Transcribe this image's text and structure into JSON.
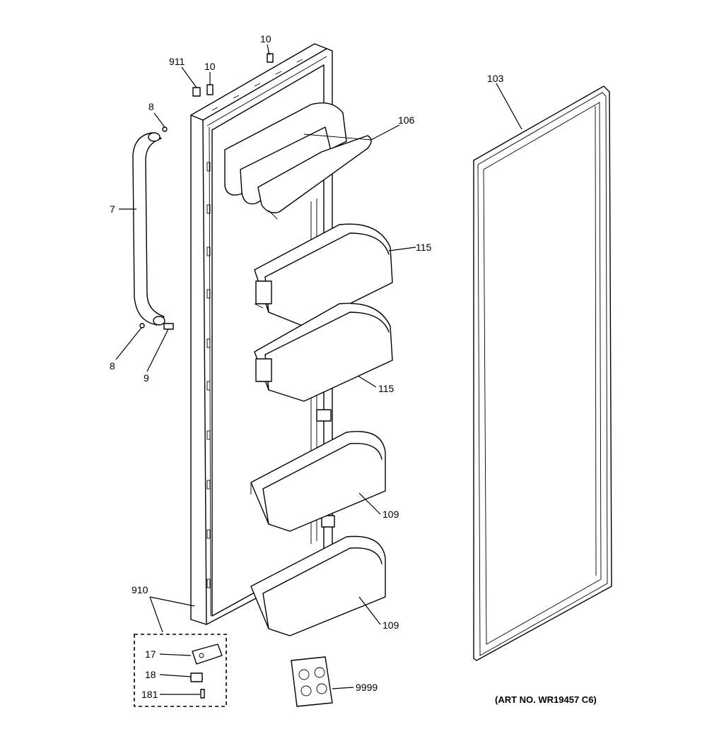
{
  "callouts": {
    "c10a": "10",
    "c911": "911",
    "c10b": "10",
    "c8a": "8",
    "c103": "103",
    "c106": "106",
    "c7": "7",
    "c115a": "115",
    "c8b": "8",
    "c9": "9",
    "c115b": "115",
    "c109a": "109",
    "c910": "910",
    "c109b": "109",
    "c17": "17",
    "c18": "18",
    "c181": "181",
    "c9999": "9999"
  },
  "art_number": "(ART NO. WR19457 C6)"
}
